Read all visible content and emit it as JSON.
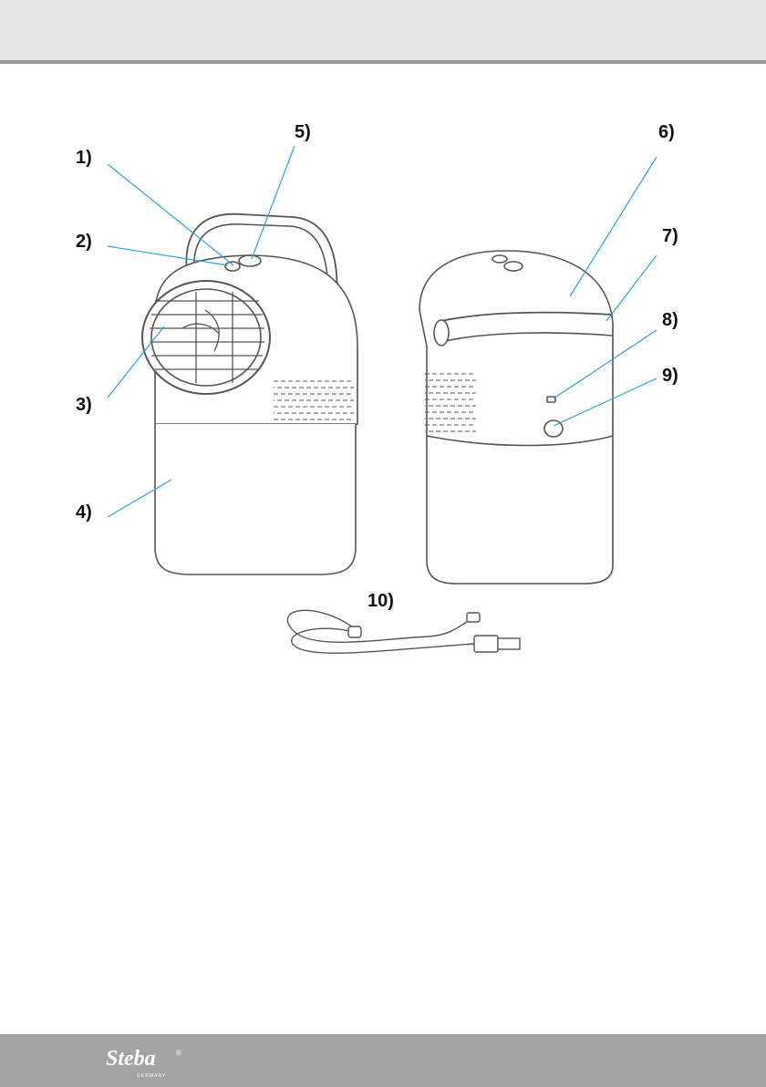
{
  "callouts": {
    "c1": "1)",
    "c2": "2)",
    "c3": "3)",
    "c4": "4)",
    "c5": "5)",
    "c6": "6)",
    "c7": "7)",
    "c8": "8)",
    "c9": "9)",
    "c10": "10)"
  },
  "footer": {
    "logo": "Steba",
    "logo_mark": "®",
    "logo_tagline": "GERMANY"
  },
  "colors": {
    "header_band": "#e6e6e6",
    "header_rule": "#9a9a9a",
    "footer_band": "#a3a3a3",
    "leader_line": "#2aa3dc",
    "sketch_line": "#555555"
  }
}
